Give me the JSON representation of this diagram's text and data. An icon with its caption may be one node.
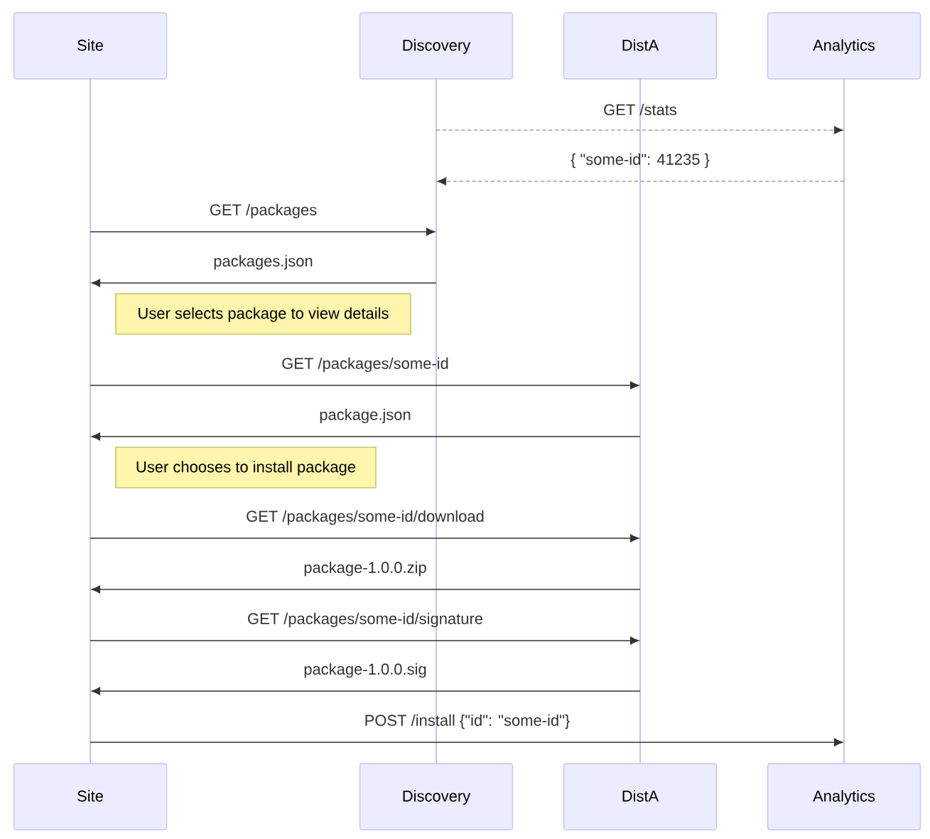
{
  "diagram": {
    "nodes": [
      {
        "text": [
          "Site"
        ]
      },
      {
        "text": [
          "Discovery"
        ]
      },
      {
        "text": [
          "DistA"
        ]
      },
      {
        "text": [
          "Analytics"
        ]
      },
      {
        "text": [
          "User selects package to view details"
        ]
      },
      {
        "text": [
          "User chooses to install package"
        ]
      },
      {
        "text": [
          "Site"
        ]
      },
      {
        "text": [
          "Discovery"
        ]
      },
      {
        "text": [
          "DistA"
        ]
      },
      {
        "text": [
          "Analytics"
        ]
      },
      {
        "text": [],
        "shape": "bar"
      },
      {
        "text": [],
        "shape": "bar"
      },
      {
        "text": [],
        "shape": "bar"
      },
      {
        "text": [],
        "shape": "bar"
      }
    ],
    "edges": [
      {
        "from": 11,
        "to": 13,
        "arrow": "to",
        "label": "GET /stats",
        "style": "dashed"
      },
      {
        "from": 13,
        "to": 11,
        "arrow": "to",
        "label": "{ \"some-id\": 41235 }",
        "style": "dashed"
      },
      {
        "from": 10,
        "to": 11,
        "arrow": "to",
        "label": "GET /packages"
      },
      {
        "from": 11,
        "to": 10,
        "arrow": "to",
        "label": "packages.json"
      },
      {
        "from": 10,
        "to": 12,
        "arrow": "to",
        "label": "GET /packages/some-id"
      },
      {
        "from": 12,
        "to": 10,
        "arrow": "to",
        "label": "package.json"
      },
      {
        "from": 10,
        "to": 12,
        "arrow": "to",
        "label": "GET /packages/some-id/download"
      },
      {
        "from": 12,
        "to": 10,
        "arrow": "to",
        "label": "package-1.0.0.zip"
      },
      {
        "from": 10,
        "to": 12,
        "arrow": "to",
        "label": "GET /packages/some-id/signature"
      },
      {
        "from": 12,
        "to": 10,
        "arrow": "to",
        "label": "package-1.0.0.sig"
      },
      {
        "from": 10,
        "to": 13,
        "arrow": "to",
        "label": "POST /install {\"id\": \"some-id\"}"
      }
    ]
  }
}
